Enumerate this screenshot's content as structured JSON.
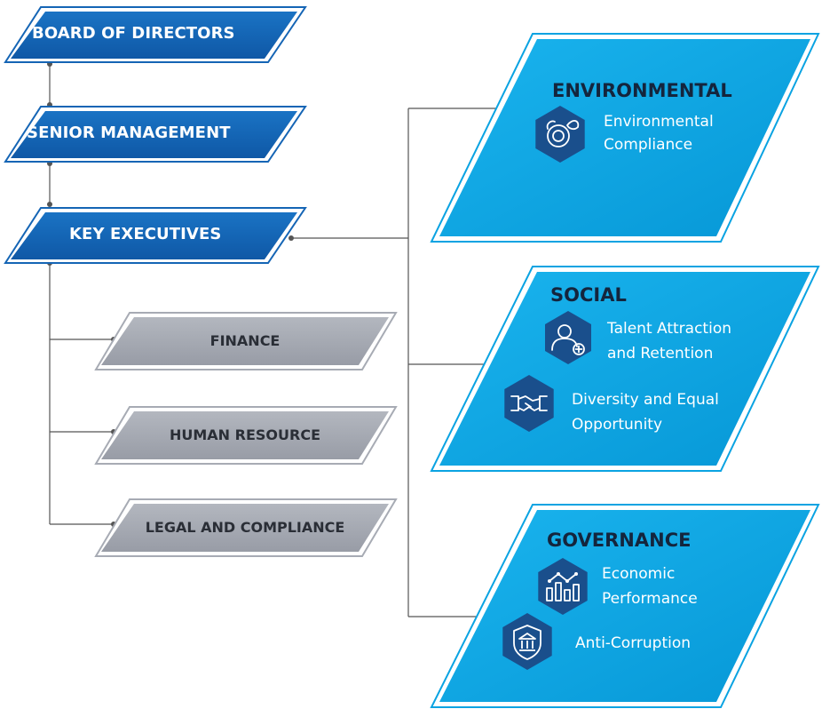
{
  "hierarchy": [
    {
      "label": "BOARD OF DIRECTORS"
    },
    {
      "label": "SENIOR MANAGEMENT"
    },
    {
      "label": "KEY EXECUTIVES"
    }
  ],
  "functions": [
    {
      "label": "FINANCE"
    },
    {
      "label": "HUMAN RESOURCE"
    },
    {
      "label": "LEGAL AND COMPLIANCE"
    }
  ],
  "pillars": [
    {
      "title": "ENVIRONMENTAL",
      "items": [
        {
          "line1": "Environmental",
          "line2": "Compliance",
          "icon": "environment-leaf-icon"
        }
      ]
    },
    {
      "title": "SOCIAL",
      "items": [
        {
          "line1": "Talent Attraction",
          "line2": "and Retention",
          "icon": "person-add-icon"
        },
        {
          "line1": "Diversity and Equal",
          "line2": "Opportunity",
          "icon": "handshake-icon"
        }
      ]
    },
    {
      "title": "GOVERNANCE",
      "items": [
        {
          "line1": "Economic",
          "line2": "Performance",
          "icon": "bar-chart-icon"
        },
        {
          "line1": "Anti-Corruption",
          "line2": "",
          "icon": "shield-bank-icon"
        }
      ]
    }
  ],
  "colors": {
    "dark_blue": "#1565b5",
    "light_blue": "#0aa3e2",
    "hex_blue": "#1a4f8c",
    "grey": "#a7abb4",
    "connector": "#555555"
  }
}
